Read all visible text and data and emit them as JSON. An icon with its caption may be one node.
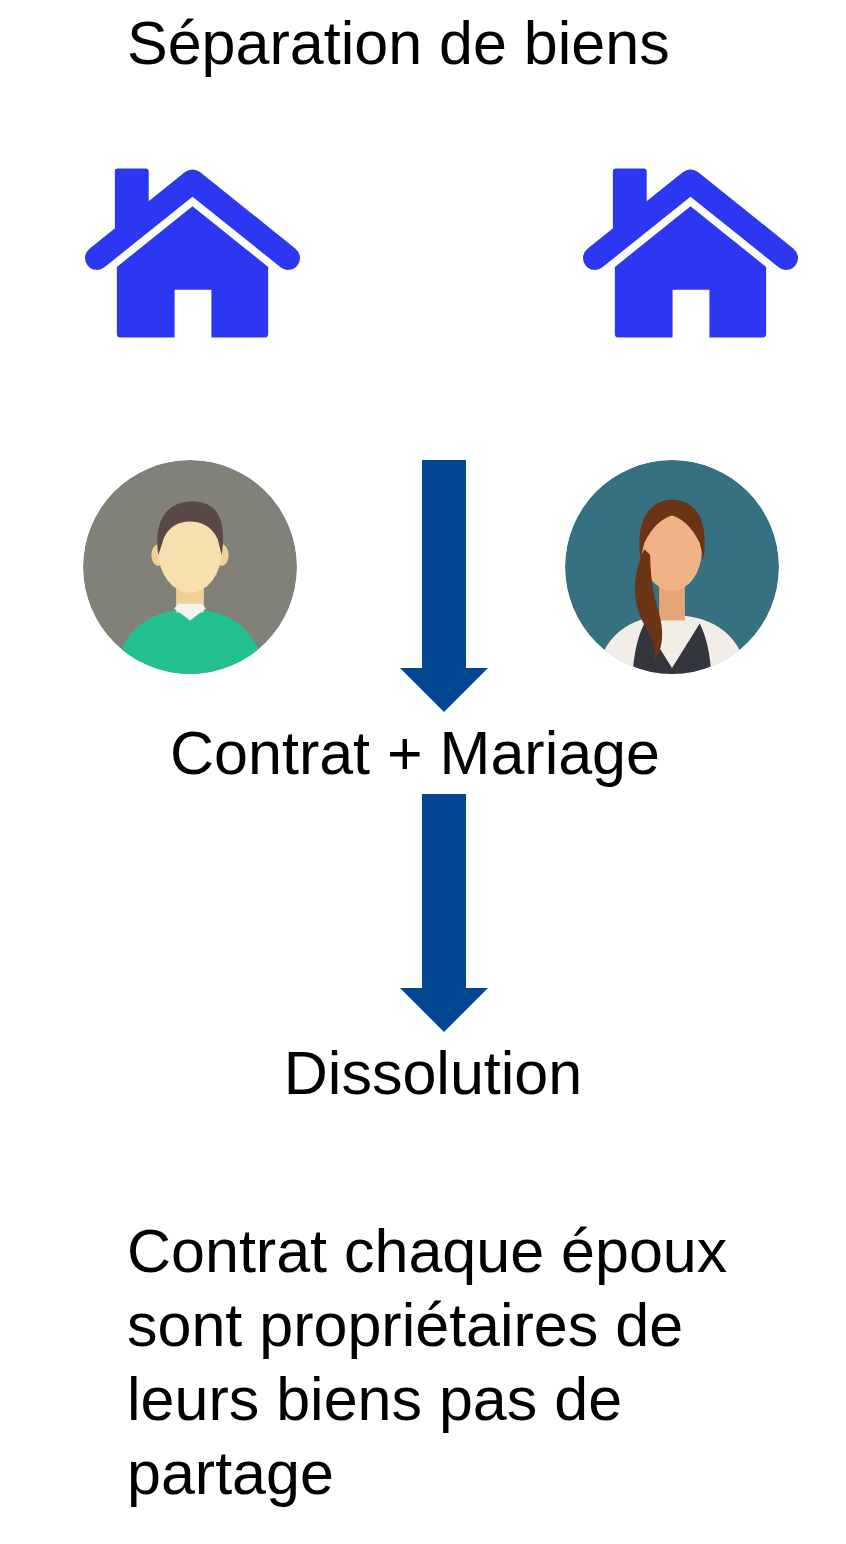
{
  "diagram": {
    "title": "Séparation de biens",
    "nodes": [
      {
        "text": [
          "Contrat + Mariage"
        ]
      },
      {
        "text": [
          "Dissolution"
        ]
      }
    ],
    "edges": [
      {
        "from": null,
        "to": 0,
        "arrow": "to"
      },
      {
        "from": 0,
        "to": 1,
        "arrow": "to"
      }
    ],
    "labels": [
      "Contrat chaque époux sont propriétaires de leurs biens pas de partage"
    ]
  }
}
